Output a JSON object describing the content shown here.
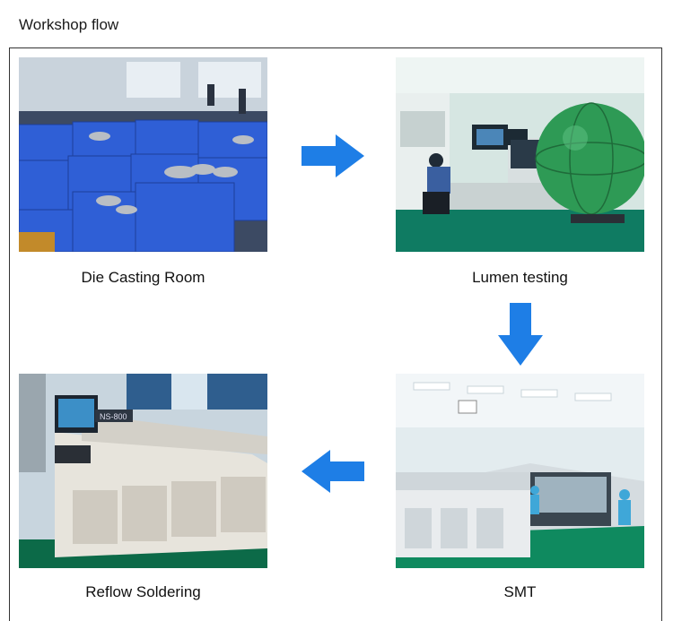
{
  "heading": "Workshop flow",
  "steps": [
    {
      "caption": "Die Casting Room",
      "photo": "die-casting-room-photo"
    },
    {
      "caption": "Lumen testing",
      "photo": "lumen-testing-photo"
    },
    {
      "caption": "SMT",
      "photo": "smt-line-photo"
    },
    {
      "caption": "Reflow Soldering",
      "photo": "reflow-soldering-photo"
    }
  ],
  "machine_label": "NS-800",
  "colors": {
    "arrow": "#1e7ee6",
    "crate": "#2f5fd6",
    "sphere": "#2e9a55",
    "floor": "#0f6b52"
  }
}
